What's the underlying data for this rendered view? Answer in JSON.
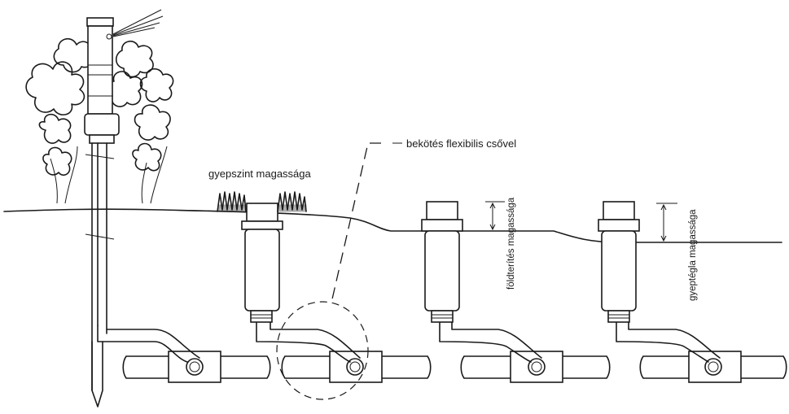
{
  "labels": {
    "flexible_hose": "bekötés flexibilis csővel",
    "lawn_level": "gyepszint magassága",
    "soil_coverage": "földterítés magassága",
    "turf_brick": "gyeptégla magassága"
  },
  "colors": {
    "line": "#1a1a1a",
    "background": "#ffffff"
  }
}
